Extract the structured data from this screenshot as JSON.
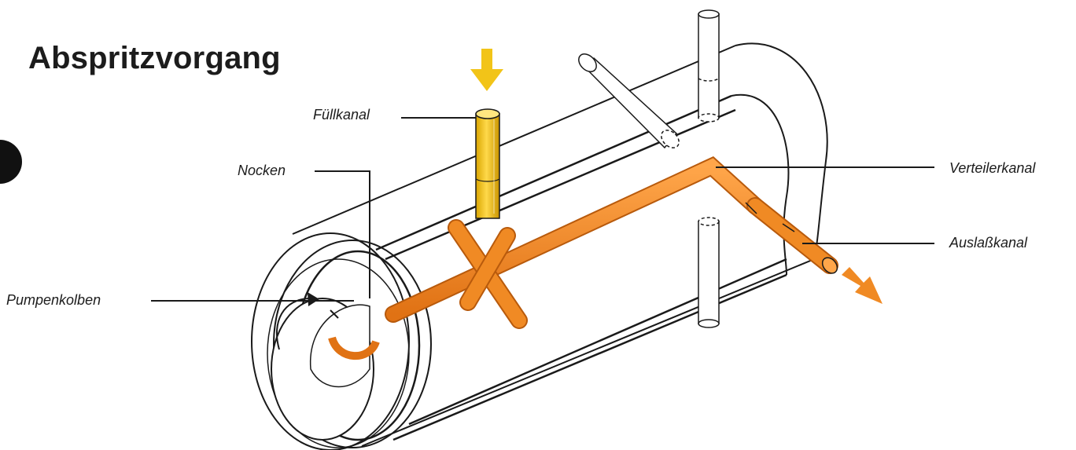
{
  "title": "Abspritzvorgang",
  "labels": {
    "fuellkanal": "Füllkanal",
    "nocken": "Nocken",
    "pumpenkolben": "Pumpenkolben",
    "verteilerkanal": "Verteilerkanal",
    "auslasskanal": "Auslaßkanal"
  },
  "colors": {
    "fuel_flow": "#f08a24",
    "fill_channel": "#f2c418",
    "outline": "#1a1a1a",
    "background": "#ffffff"
  }
}
